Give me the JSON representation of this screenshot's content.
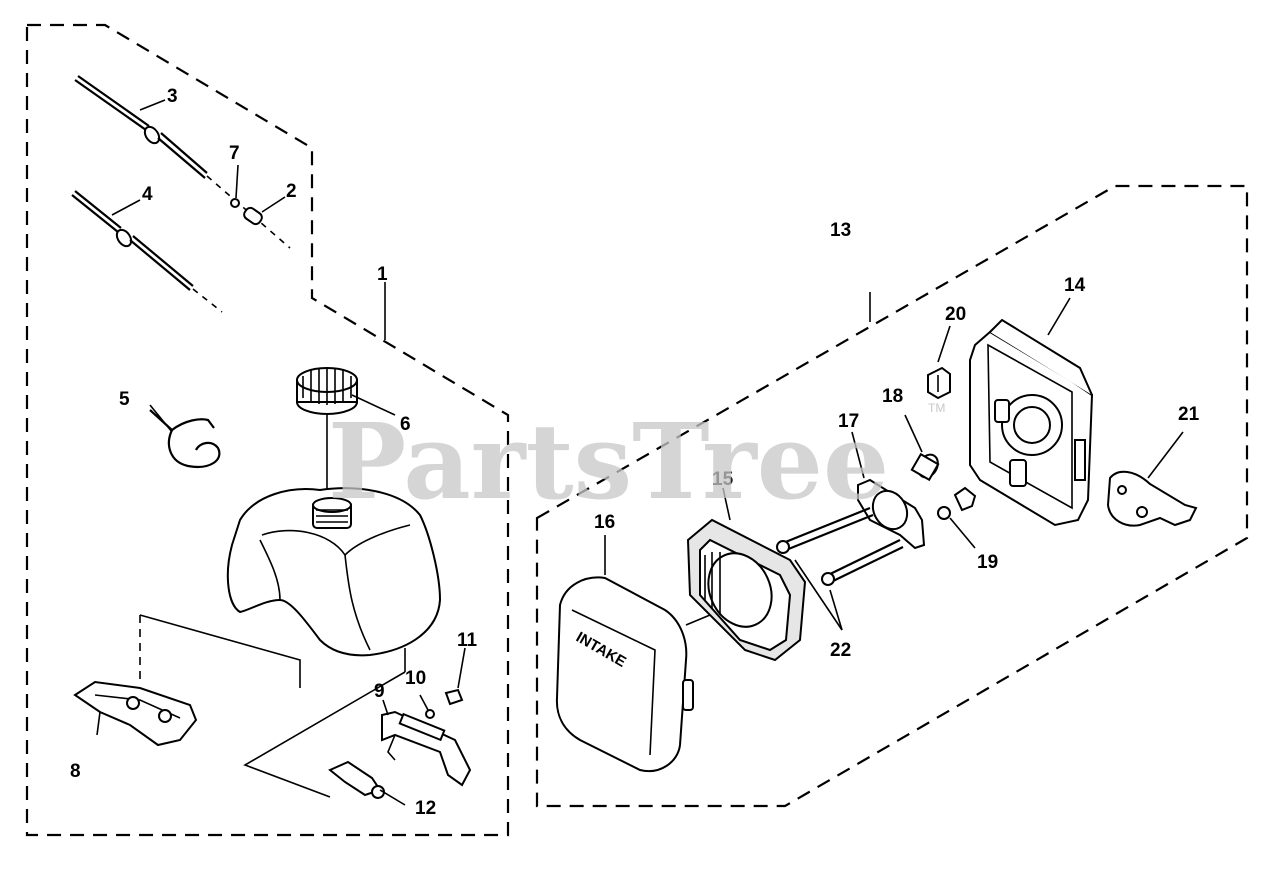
{
  "watermark": {
    "text": "PartsTree",
    "trademark": "TM"
  },
  "labels": {
    "p1": "1",
    "p2": "2",
    "p3": "3",
    "p4": "4",
    "p5": "5",
    "p6": "6",
    "p7": "7",
    "p8": "8",
    "p9": "9",
    "p10": "10",
    "p11": "11",
    "p12": "12",
    "p13": "13",
    "p14": "14",
    "p15": "15",
    "p16": "16",
    "p17": "17",
    "p18": "18",
    "p19": "19",
    "p20": "20",
    "p21": "21",
    "p22": "22"
  },
  "cover_text": "INTAKE",
  "colors": {
    "line": "#000000",
    "watermark": "#c8c8c8",
    "background": "#ffffff"
  }
}
